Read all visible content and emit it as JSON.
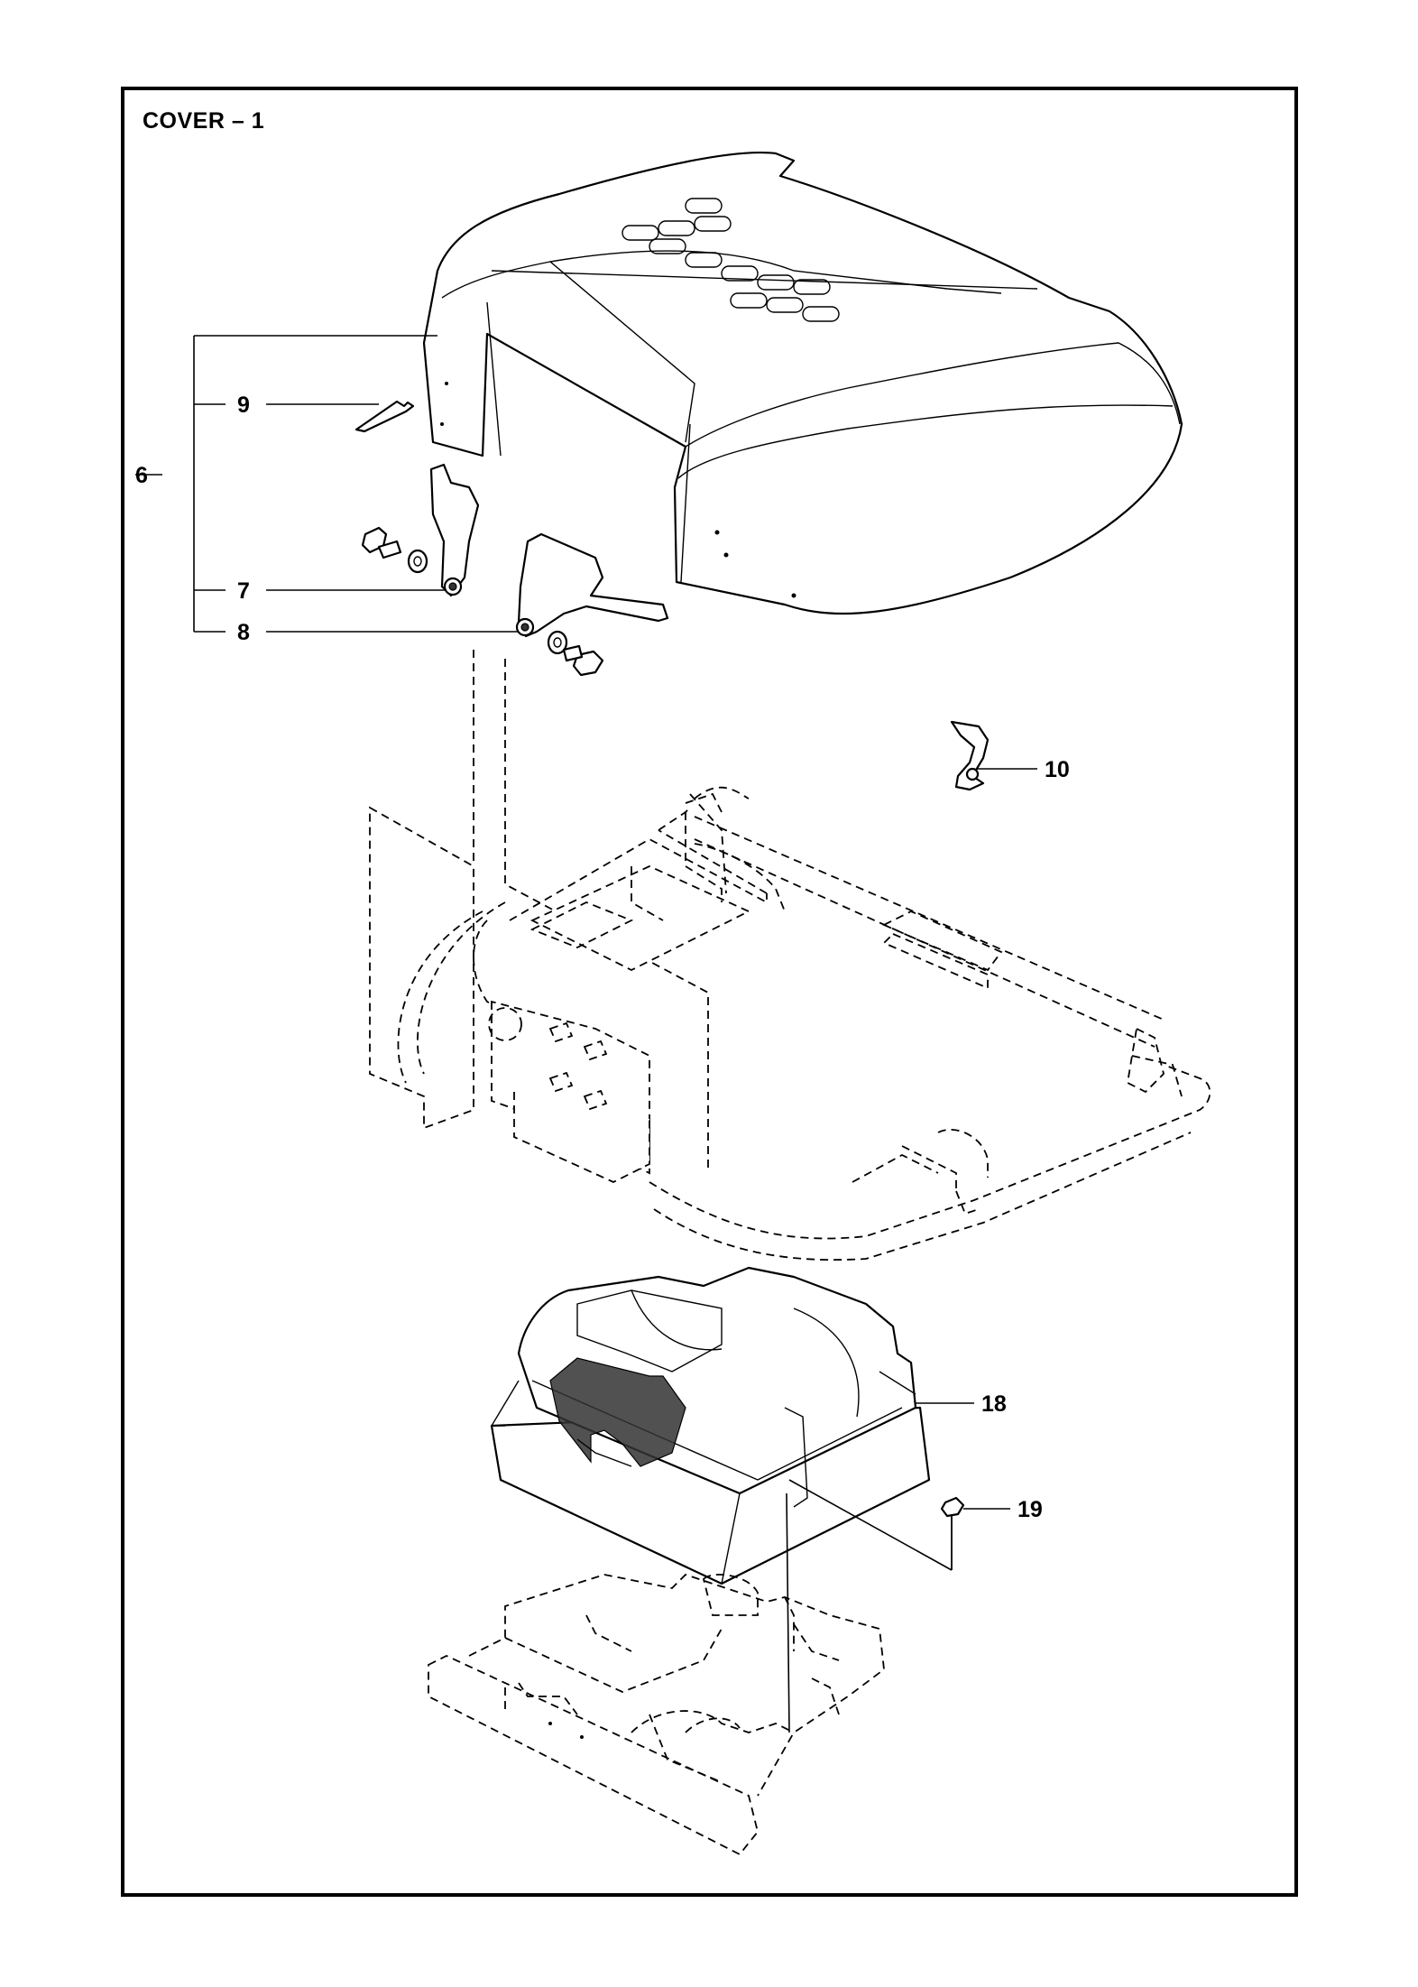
{
  "title": "COVER – 1",
  "callouts": {
    "p6": "6",
    "p7": "7",
    "p8": "8",
    "p9": "9",
    "p10": "10",
    "p18": "18",
    "p19": "19"
  },
  "colors": {
    "line": "#000000",
    "background": "#ffffff",
    "mesh": "#333333"
  }
}
